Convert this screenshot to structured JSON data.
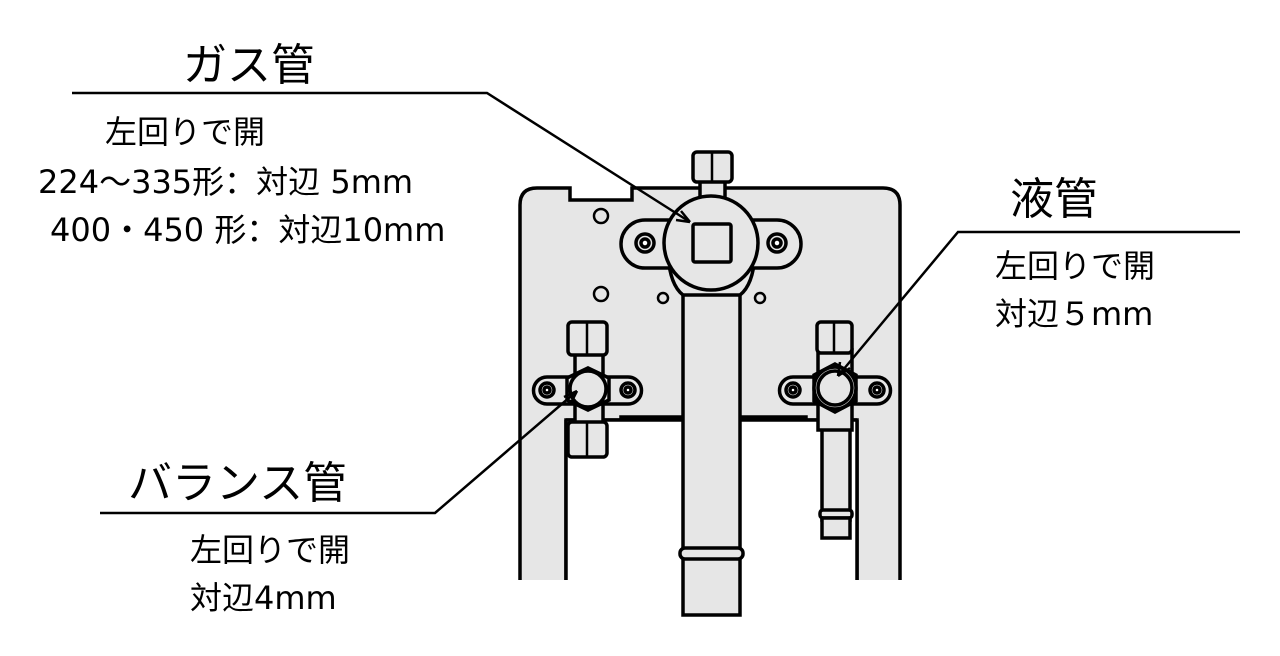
{
  "gas_pipe": {
    "title": "ガス管",
    "lines": [
      "左回りで開",
      "224～335形：対辺 5mm",
      "400・450 形：対辺10mm"
    ]
  },
  "liquid_pipe": {
    "title": "液管",
    "lines": [
      "左回りで開",
      "対辺５mm"
    ]
  },
  "balance_pipe": {
    "title": "バランス管",
    "lines": [
      "左回りで開",
      "対辺4mm"
    ]
  },
  "colors": {
    "panel": "#e6e6e6",
    "stroke": "#000000"
  }
}
